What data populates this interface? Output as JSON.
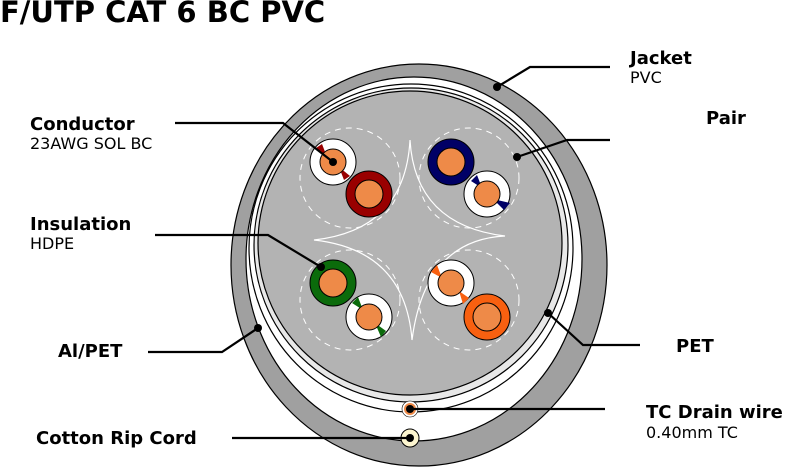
{
  "title": "F/UTP CAT 6 BC PVC",
  "labels": {
    "jacket": {
      "name": "Jacket",
      "spec": "PVC"
    },
    "pair": {
      "name": "Pair"
    },
    "conductor": {
      "name": "Conductor",
      "spec": "23AWG SOL BC"
    },
    "insulation": {
      "name": "Insulation",
      "spec": "HDPE"
    },
    "al_pet": {
      "name": "Al/PET"
    },
    "pet": {
      "name": "PET"
    },
    "drain": {
      "name": "TC Drain wire",
      "spec": "0.40mm TC"
    },
    "rip_cord": {
      "name": "Cotton Rip Cord"
    }
  },
  "colors": {
    "jacket": "#a0a0a0",
    "core": "#b3b3b3",
    "copper": "#ee8a48",
    "pair_brown_red": "#990000",
    "pair_blue": "#000066",
    "pair_green": "#0b6b0b",
    "pair_orange": "#f86010",
    "rip_cord": "#fdf6d0"
  }
}
